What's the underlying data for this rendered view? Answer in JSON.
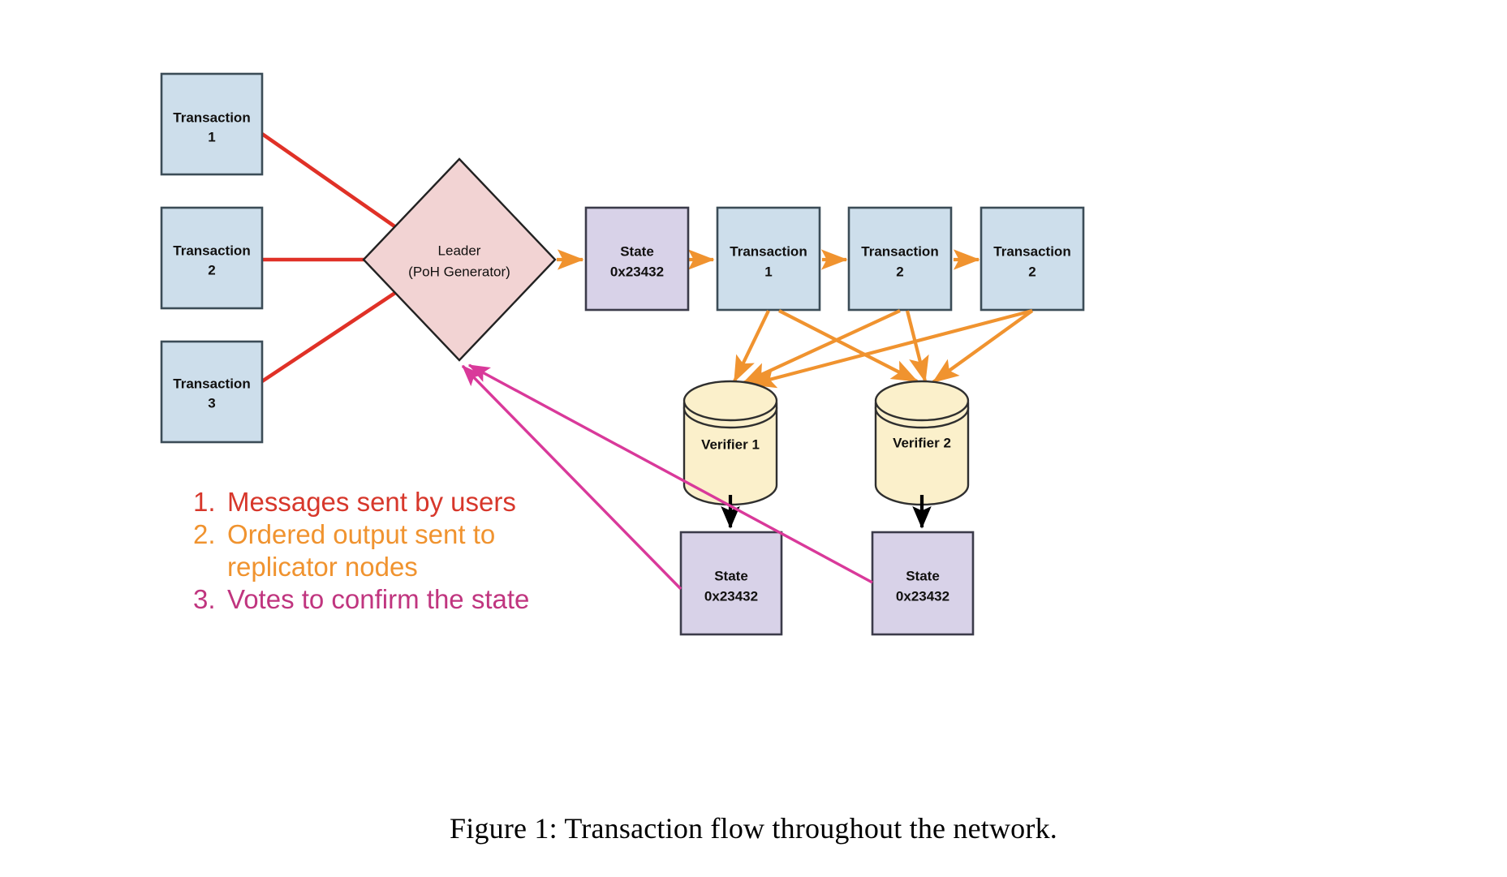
{
  "figure": {
    "caption": "Figure 1: Transaction flow throughout the network."
  },
  "colors": {
    "transaction_fill": "#cddeeb",
    "transaction_stroke": "#3b4c57",
    "leader_fill": "#f2d3d3",
    "leader_stroke": "#222222",
    "state_fill": "#d8d2e8",
    "state_stroke": "#3b3b4a",
    "verifier_fill": "#fbf0cb",
    "verifier_stroke": "#2f2f2f",
    "arrow_red": "#e03127",
    "arrow_orange": "#f0932f",
    "arrow_pink": "#d9399a",
    "arrow_black": "#000000",
    "legend_red": "#d7372b",
    "legend_orange": "#f0932f",
    "legend_pink": "#c0357f"
  },
  "incoming_transactions": [
    {
      "line1": "Transaction",
      "line2": "1"
    },
    {
      "line1": "Transaction",
      "line2": "2"
    },
    {
      "line1": "Transaction",
      "line2": "3"
    }
  ],
  "leader": {
    "line1": "Leader",
    "line2": "(PoH Generator)"
  },
  "ledger_chain": [
    {
      "line1": "State",
      "line2": "0x23432",
      "kind": "state"
    },
    {
      "line1": "Transaction",
      "line2": "1",
      "kind": "transaction"
    },
    {
      "line1": "Transaction",
      "line2": "2",
      "kind": "transaction"
    },
    {
      "line1": "Transaction",
      "line2": "2",
      "kind": "transaction"
    }
  ],
  "verifiers": [
    {
      "label": "Verifier 1"
    },
    {
      "label": "Verifier 2"
    }
  ],
  "verifier_states": [
    {
      "line1": "State",
      "line2": "0x23432"
    },
    {
      "line1": "State",
      "line2": "0x23432"
    }
  ],
  "legend": [
    {
      "number": "1.",
      "line1": "Messages sent by users",
      "line2": ""
    },
    {
      "number": "2.",
      "line1": "Ordered output sent to",
      "line2": "replicator nodes"
    },
    {
      "number": "3.",
      "line1": "Votes to confirm the state",
      "line2": ""
    }
  ]
}
